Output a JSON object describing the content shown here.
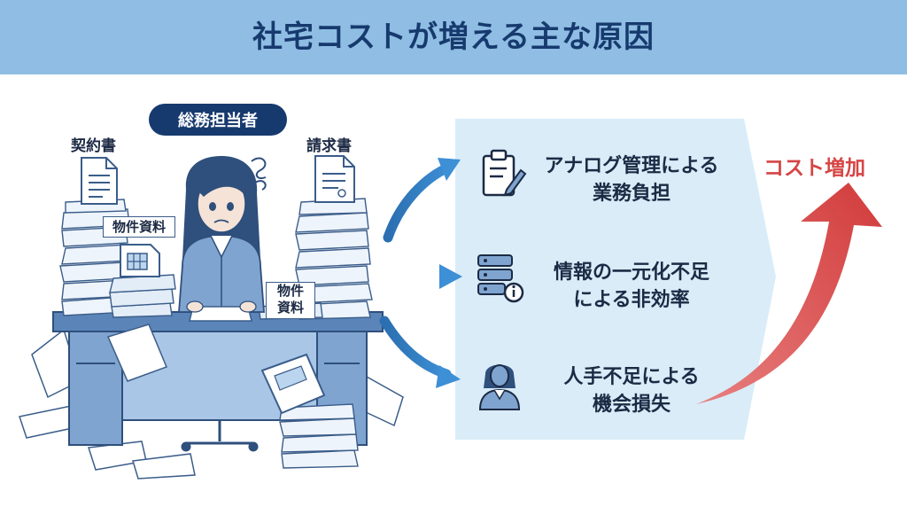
{
  "title": "社宅コストが増える主な原因",
  "person_label": "総務担当者",
  "doc_labels": {
    "contract": "契約書",
    "invoice": "請求書",
    "property_left": "物件資料",
    "property_right": "物件\n資料"
  },
  "causes": [
    {
      "icon": "clipboard-icon",
      "text": "アナログ管理による\n業務負担"
    },
    {
      "icon": "server-info-icon",
      "text": "情報の一元化不足\nによる非効率"
    },
    {
      "icon": "person-icon",
      "text": "人手不足による\n機会損失"
    }
  ],
  "result_label": "コスト増加",
  "colors": {
    "banner": "#8fbde3",
    "title": "#173a6e",
    "panel": "#d9ecf8",
    "arrow_blue": "#2f7dc2",
    "arrow_red": "#d64545",
    "ink": "#1c2a44"
  }
}
